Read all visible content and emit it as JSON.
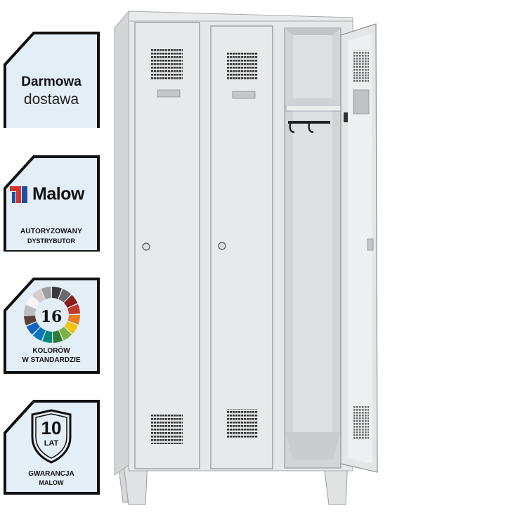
{
  "badges": {
    "delivery": {
      "line1": "Darmowa",
      "line2": "dostawa"
    },
    "distributor": {
      "brand": "Malow",
      "line1": "AUTORYZOWANY",
      "line2": "DYSTRYBUTOR"
    },
    "colors": {
      "count": "16",
      "line1": "KOLORÓW",
      "line2": "W STANDARDZIE",
      "palette": [
        "#3a3a3a",
        "#6b6b6b",
        "#8a1c1c",
        "#c0392b",
        "#e67e22",
        "#f1c40f",
        "#7cb342",
        "#2e7d32",
        "#00897b",
        "#0277bd",
        "#1565c0",
        "#5d4037",
        "#bdbdbd",
        "#f5f5f5",
        "#d7ccc8",
        "#9e9e9e"
      ]
    },
    "warranty": {
      "years": "10",
      "unit": "LAT",
      "line1": "GWARANCJA",
      "line2": "MALOW"
    }
  },
  "colors": {
    "badge_bg": "#e3eef7",
    "badge_border": "#111111",
    "malow_blue": "#1e4f9e",
    "malow_red": "#d3352f",
    "locker_body": "#e4e5e7",
    "locker_shade": "#c9cbce"
  }
}
